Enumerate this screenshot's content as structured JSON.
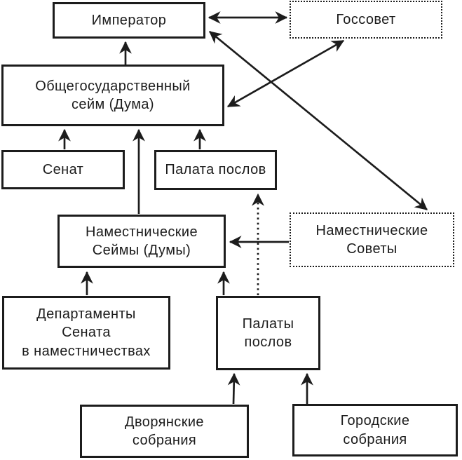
{
  "diagram": {
    "colors": {
      "background": "#ffffff",
      "line": "#1c1c1c",
      "text": "#1c1c1c"
    },
    "nodes": {
      "emperor": {
        "label": "Император",
        "border": "solid"
      },
      "gossovet": {
        "label": "Госсовет",
        "border": "dotted"
      },
      "national_sejm": {
        "label": "Общегосударственный\nсейм (Дума)",
        "border": "solid"
      },
      "senate": {
        "label": "Сенат",
        "border": "solid"
      },
      "chamber_of_envoys": {
        "label": "Палата послов",
        "border": "solid"
      },
      "viceroyal_sejms": {
        "label": "Наместнические\nСеймы (Думы)",
        "border": "solid"
      },
      "viceroyal_councils": {
        "label": "Наместнические\nСоветы",
        "border": "dotted"
      },
      "senate_departments": {
        "label": "Департаменты\nСената\nв наместничествах",
        "border": "solid"
      },
      "chambers_of_envoys": {
        "label": "Палаты\nпослов",
        "border": "solid"
      },
      "noble_assemblies": {
        "label": "Дворянские\nсобрания",
        "border": "solid"
      },
      "city_assemblies": {
        "label": "Городские\nсобрания",
        "border": "solid"
      }
    },
    "edges": [
      {
        "from": "national_sejm",
        "to": "emperor",
        "style": "solid",
        "arrows": "single"
      },
      {
        "from": "emperor",
        "to": "gossovet",
        "style": "solid",
        "arrows": "double"
      },
      {
        "from": "emperor",
        "to": "viceroyal_councils",
        "style": "solid",
        "arrows": "double"
      },
      {
        "from": "gossovet",
        "to": "national_sejm",
        "style": "solid",
        "arrows": "double"
      },
      {
        "from": "senate",
        "to": "national_sejm",
        "style": "solid",
        "arrows": "single"
      },
      {
        "from": "viceroyal_sejms",
        "to": "national_sejm",
        "style": "solid",
        "arrows": "single"
      },
      {
        "from": "chamber_of_envoys",
        "to": "national_sejm",
        "style": "solid",
        "arrows": "single"
      },
      {
        "from": "viceroyal_councils",
        "to": "viceroyal_sejms",
        "style": "solid",
        "arrows": "single"
      },
      {
        "from": "chambers_of_envoys",
        "to": "chamber_of_envoys",
        "style": "dotted",
        "arrows": "single"
      },
      {
        "from": "senate_departments",
        "to": "viceroyal_sejms",
        "style": "solid",
        "arrows": "single"
      },
      {
        "from": "chambers_of_envoys",
        "to": "viceroyal_sejms",
        "style": "solid",
        "arrows": "single"
      },
      {
        "from": "noble_assemblies",
        "to": "chambers_of_envoys",
        "style": "solid",
        "arrows": "single"
      },
      {
        "from": "city_assemblies",
        "to": "chambers_of_envoys",
        "style": "solid",
        "arrows": "single"
      }
    ]
  }
}
